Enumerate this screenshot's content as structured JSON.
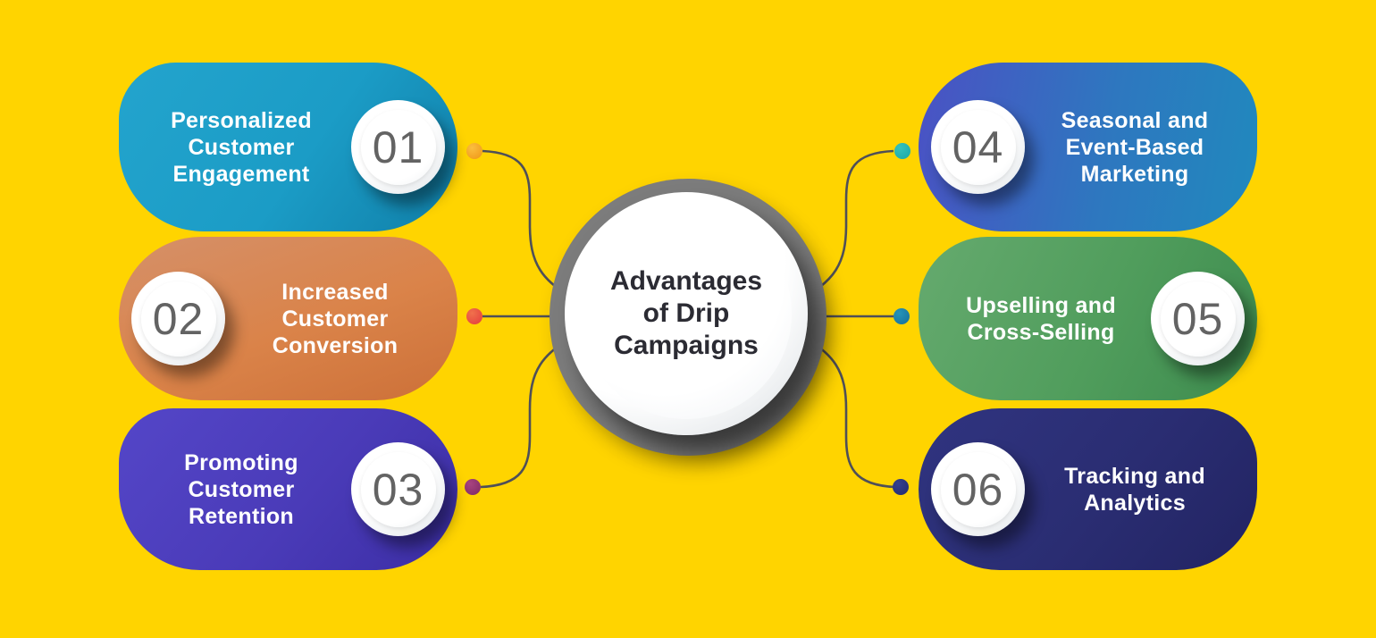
{
  "canvas": {
    "background_color": "#FFD400"
  },
  "center": {
    "title": "Advantages of Drip Campaigns",
    "lines": [
      "Advantages",
      "of Drip",
      "Campaigns"
    ],
    "ring_color": "#7C7C7C",
    "text_color": "#2B2B33"
  },
  "connectors": {
    "line_color": "#4F4F58"
  },
  "items": [
    {
      "number": "01",
      "label": "Personalized Customer Engagement",
      "lines": [
        "Personalized",
        "Customer",
        "Engagement"
      ],
      "position": "top-left",
      "circle_side": "right",
      "colors": {
        "start": "#23A4CD",
        "end": "#107FA8"
      },
      "dot_color": "#F5A21E"
    },
    {
      "number": "02",
      "label": "Increased Customer Conversion",
      "lines": [
        "Increased",
        "Customer",
        "Conversion"
      ],
      "position": "middle-left",
      "circle_side": "left",
      "colors": {
        "start": "#D59069",
        "end": "#CC7038"
      },
      "dot_color": "#E8433F"
    },
    {
      "number": "03",
      "label": "Promoting Customer Retention",
      "lines": [
        "Promoting",
        "Customer",
        "Retention"
      ],
      "position": "bottom-left",
      "circle_side": "right",
      "colors": {
        "start": "#5446C8",
        "end": "#3C2EA5"
      },
      "dot_color": "#8E3072"
    },
    {
      "number": "04",
      "label": "Seasonal and Event-Based Marketing",
      "lines": [
        "Seasonal and",
        "Event-Based",
        "Marketing"
      ],
      "position": "top-right",
      "circle_side": "left",
      "colors": {
        "start": "#4B51C4",
        "end": "#2089BE"
      },
      "dot_color": "#28B5B0"
    },
    {
      "number": "05",
      "label": "Upselling and Cross-Selling",
      "lines": [
        "Upselling and",
        "Cross-Selling"
      ],
      "position": "middle-right",
      "circle_side": "right",
      "colors": {
        "start": "#65AA6E",
        "end": "#3D8B4E"
      },
      "dot_color": "#1B7EA7"
    },
    {
      "number": "06",
      "label": "Tracking and Analytics",
      "lines": [
        "Tracking and",
        "Analytics"
      ],
      "position": "bottom-right",
      "circle_side": "left",
      "colors": {
        "start": "#303480",
        "end": "#222462"
      },
      "dot_color": "#283084"
    }
  ]
}
